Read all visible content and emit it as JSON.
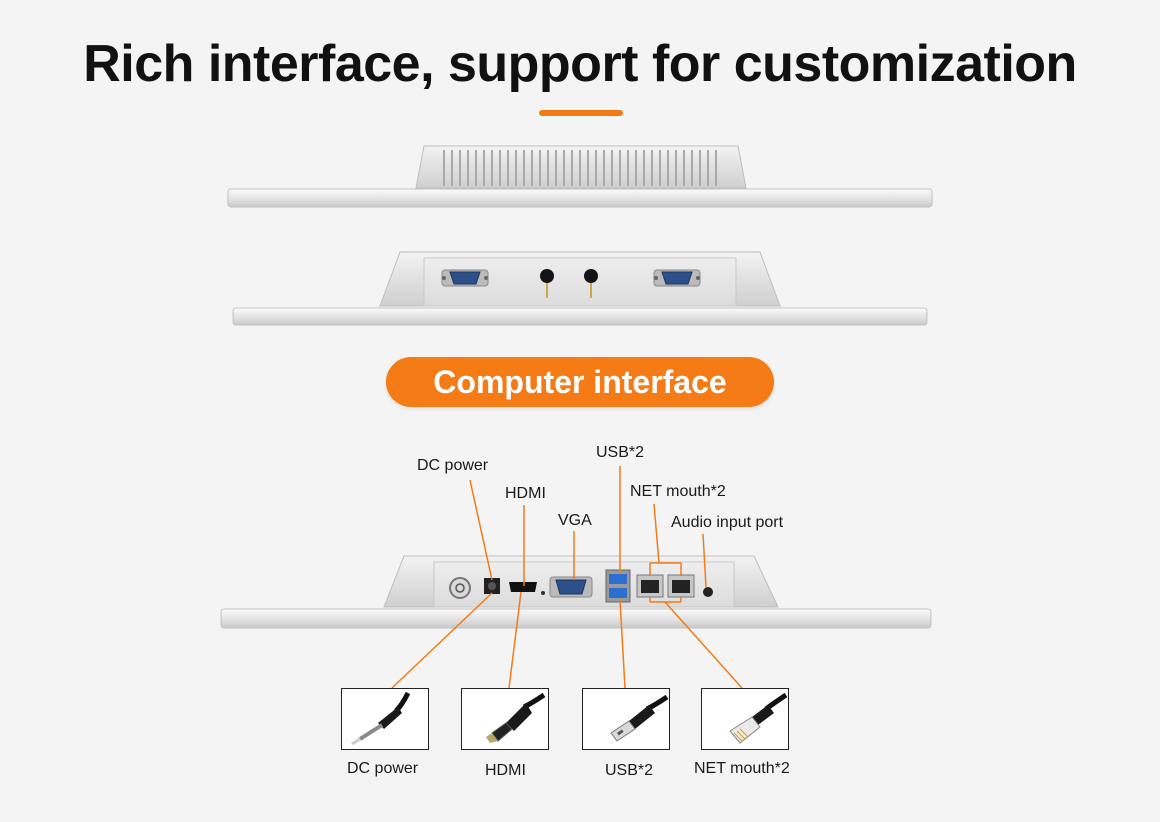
{
  "headline": "Rich interface, support for customization",
  "section_badge": "Computer interface",
  "port_labels": {
    "dc_power": "DC power",
    "hdmi": "HDMI",
    "vga": "VGA",
    "usb": "USB*2",
    "net": "NET mouth*2",
    "audio": "Audio input port"
  },
  "cables": [
    {
      "label": "DC power",
      "icon": "dc-plug-icon"
    },
    {
      "label": "HDMI",
      "icon": "hdmi-cable-icon"
    },
    {
      "label": "USB*2",
      "icon": "usb-cable-icon"
    },
    {
      "label": "NET mouth*2",
      "icon": "rj45-cable-icon"
    }
  ],
  "colors": {
    "accent": "#f47b16",
    "background": "#f4f4f4",
    "heading": "#111111"
  }
}
